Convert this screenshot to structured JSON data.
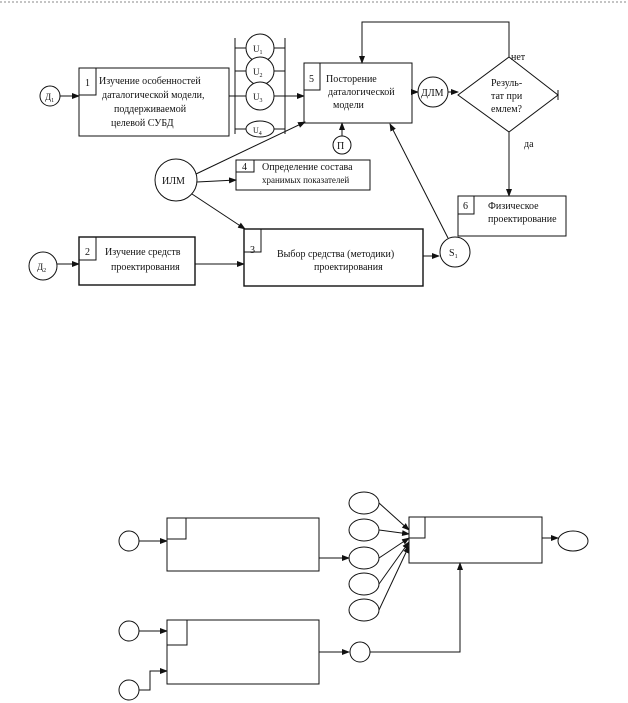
{
  "colors": {
    "stroke": "#111111",
    "background": "#ffffff"
  },
  "top": {
    "d1": {
      "main": "Д",
      "sub": "1"
    },
    "d2": {
      "main": "Д",
      "sub": "2"
    },
    "box1": {
      "num": "1",
      "lines": [
        "Изучение особенностей",
        "даталогической модели,",
        "поддерживаемой",
        "целевой СУБД"
      ]
    },
    "box2": {
      "num": "2",
      "lines": [
        "Изучение средств",
        "проектирования"
      ]
    },
    "box3": {
      "num": "3",
      "lines": [
        "Выбор средства  (методики)",
        "проектирования"
      ]
    },
    "box4": {
      "num": "4",
      "lines": [
        "Определение состава",
        "хранимых показателей"
      ]
    },
    "box5": {
      "num": "5",
      "lines": [
        "Посторение",
        "даталогической",
        "модели"
      ]
    },
    "box6": {
      "num": "6",
      "lines": [
        "Физическое",
        "проектирование"
      ]
    },
    "u": [
      {
        "main": "U",
        "sub": "1"
      },
      {
        "main": "U",
        "sub": "2"
      },
      {
        "main": "U",
        "sub": "3"
      },
      {
        "main": "U",
        "sub": "4"
      }
    ],
    "ilm": "ИЛМ",
    "dlm": "ДЛМ",
    "p": "П",
    "s1": {
      "main": "S",
      "sub": "1"
    },
    "decision_lines": [
      "Резуль-",
      "тат при",
      "емлем?"
    ],
    "no": "нет",
    "yes": "да"
  }
}
